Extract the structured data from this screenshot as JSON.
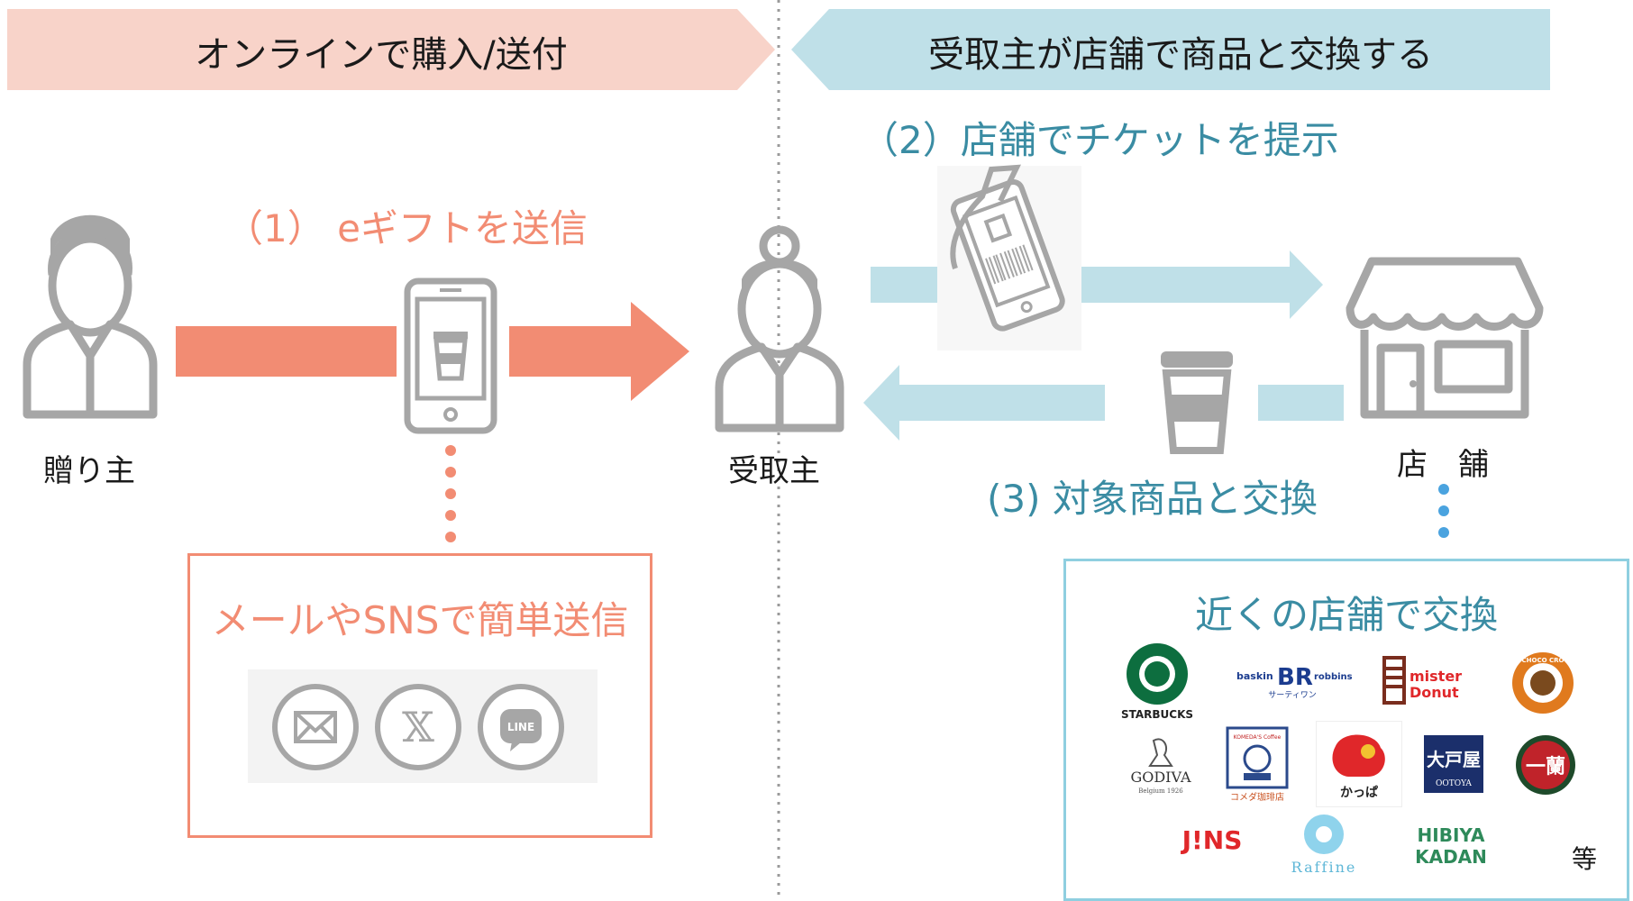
{
  "colors": {
    "salmon": "#f28c73",
    "salmon_light": "#f8d3c9",
    "teal": "#3a8ca3",
    "teal_light": "#bfe0e8",
    "icon_gray": "#a6a6a6",
    "dot_blue": "#4aa3df"
  },
  "banners": {
    "left": "オンラインで購入/送付",
    "right": "受取主が店舗で商品と交換する"
  },
  "steps": {
    "step1": "（1） eギフトを送信",
    "step2": "（2）店舗でチケットを提示",
    "step3": "(3) 対象商品と交換"
  },
  "people": {
    "giver": "贈り主",
    "receiver": "受取主",
    "store": "店　舗"
  },
  "send_box": {
    "title": "メールやSNSで簡単送信",
    "icons": [
      "mail-icon",
      "x-icon",
      "line-icon"
    ],
    "line_text": "LINE",
    "x_text": "𝕏"
  },
  "exchange_box": {
    "title": "近くの店舗で交換",
    "suffix": "等",
    "logos": {
      "starbucks": "STARBUCKS",
      "baskin_left": "baskin",
      "baskin_mid": "BR",
      "baskin_right": "robbins",
      "baskin_sub": "サーティワン",
      "misterdonut_1": "mister",
      "misterdonut_2": "Donut",
      "chococro": "CHOCO CRO",
      "godiva": "GODIVA",
      "godiva_sub": "Belgium 1926",
      "komeda": "コメダ珈琲店",
      "komeda_top": "KOMEDA'S Coffee",
      "kappa": "かっぱ",
      "ootoya": "大戸屋",
      "ootoya_sub": "OOTOYA",
      "ichiran": "一蘭",
      "jins": "J!NS",
      "raffine": "Raffine",
      "hibiya_1": "HIBIYA",
      "hibiya_2": "KADAN"
    }
  }
}
